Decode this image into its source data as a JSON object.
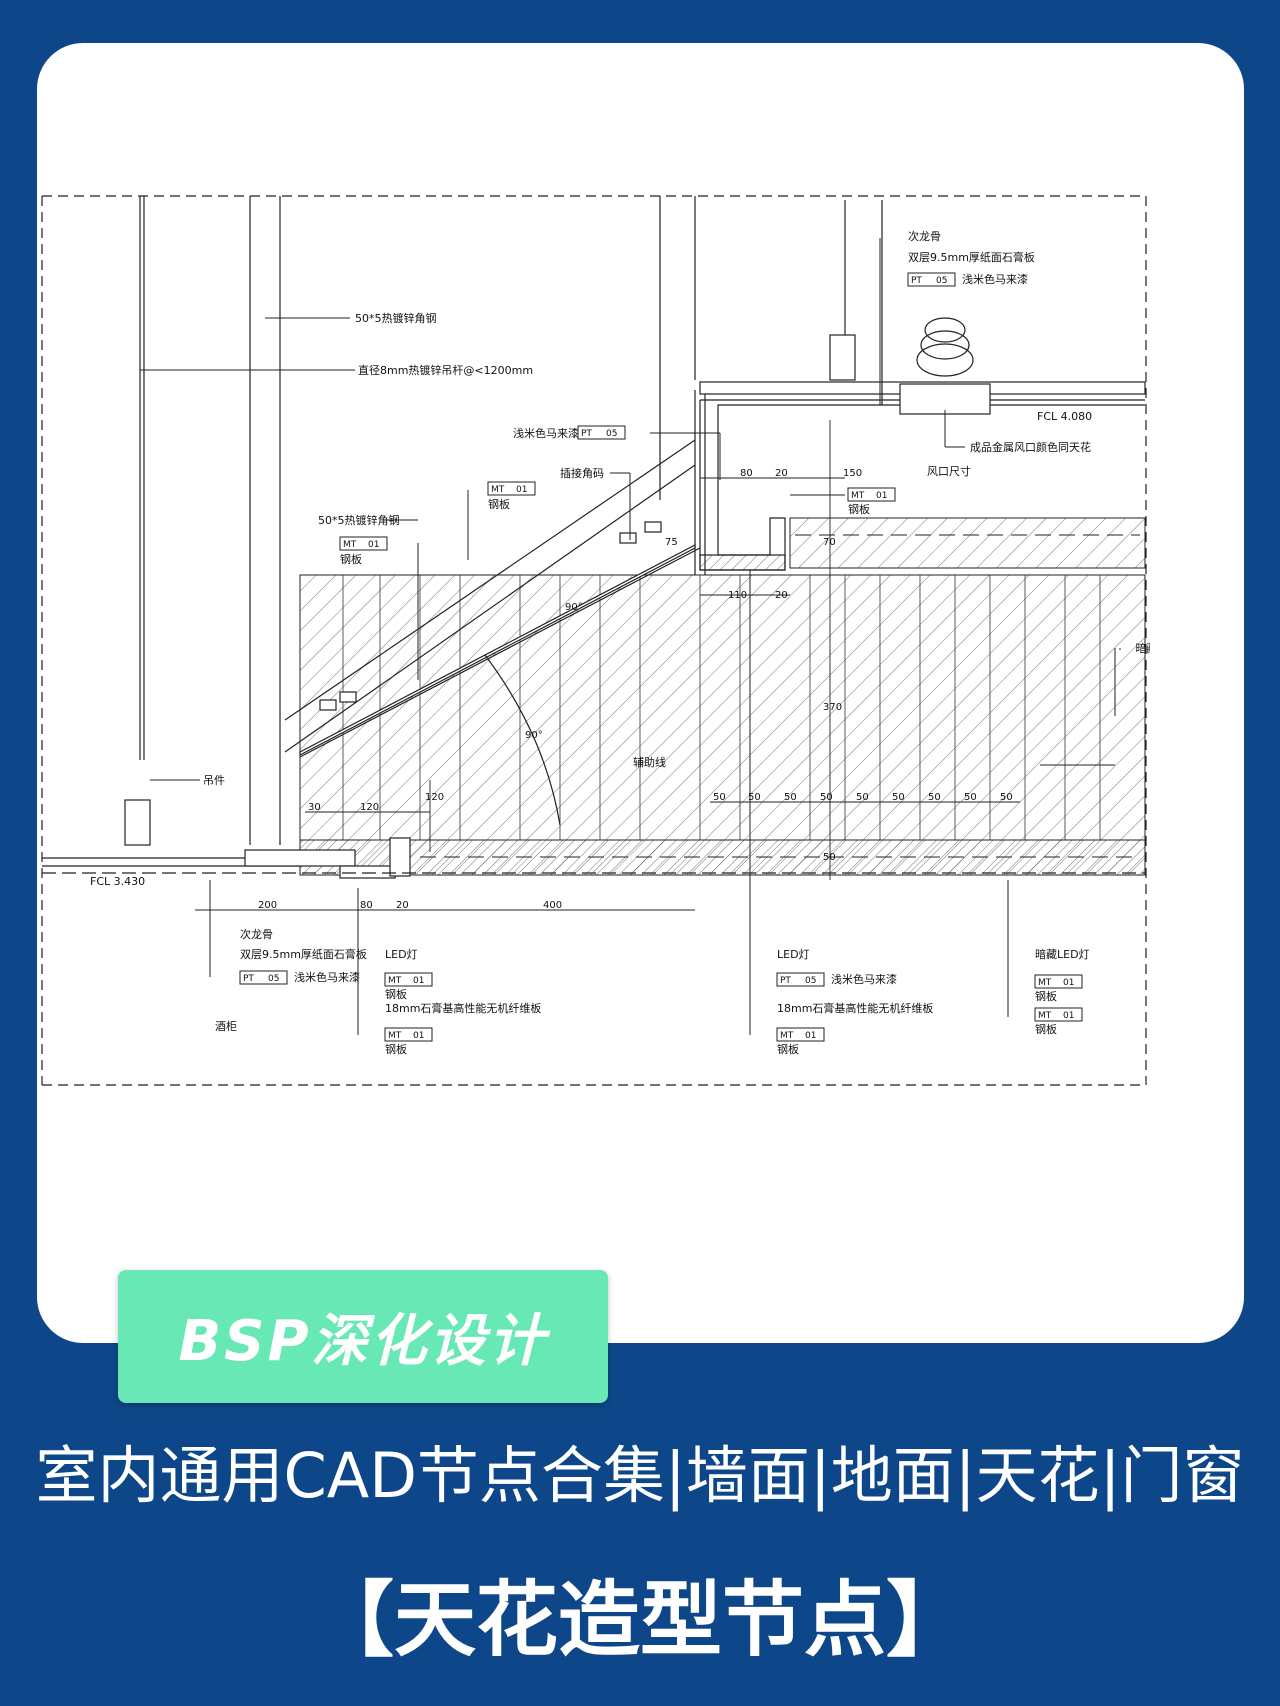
{
  "brand": {
    "label": "BSP深化设计"
  },
  "title": "室内通用CAD节点合集|墙面|地面|天花|门窗",
  "subtitle": "【天花造型节点】",
  "colors": {
    "background": "#0d4789",
    "card": "#ffffff",
    "brand_badge": "#67e8b4"
  },
  "drawing": {
    "labels": {
      "angle_steel_top": "50*5热镀锌角钢",
      "rod": "直径8mm热镀锌吊杆@<1200mm",
      "paint_top": "浅米色马来漆",
      "corner_code": "插接角码",
      "angle_steel_mid": "50*5热镀锌角钢",
      "steel_plate": "钢板",
      "hanger": "吊件",
      "aux_line": "辅助线",
      "keel_r": "次龙骨",
      "gypsum_r": "双层9.5mm厚纸面石膏板",
      "paint_r": "浅米色马来漆",
      "vent": "成品金属风口颜色同天花",
      "vent_size": "风口尺寸",
      "hidden_led_r": "暗藏LED灯",
      "keel_b": "次龙骨",
      "gypsum_b": "双层9.5mm厚纸面石膏板",
      "paint_b": "浅米色马来漆",
      "led_b1": "LED灯",
      "board_b1": "18mm石膏基高性能无机纤维板",
      "cabinet": "酒柜",
      "led_b2": "LED灯",
      "paint_b2": "浅米色马来漆",
      "board_b2": "18mm石膏基高性能无机纤维板",
      "hidden_led_b": "暗藏LED灯"
    },
    "tags": {
      "pt": "PT",
      "pt_no": "05",
      "mt": "MT",
      "mt_no": "01"
    },
    "levels": {
      "fcl_high": "FCL 4.080",
      "fcl_low": "FCL 3.430"
    },
    "dims": {
      "d80": "80",
      "d20": "20",
      "d150": "150",
      "d75": "75",
      "d70": "70",
      "d110": "110",
      "d20b": "20",
      "d30": "30",
      "d120": "120",
      "d120v": "120",
      "d370": "370",
      "d90a": "90°",
      "d90b": "90°",
      "d50v": "50",
      "d200": "200",
      "d80b": "80",
      "d20c": "20",
      "d400": "400",
      "d50": "50"
    }
  }
}
